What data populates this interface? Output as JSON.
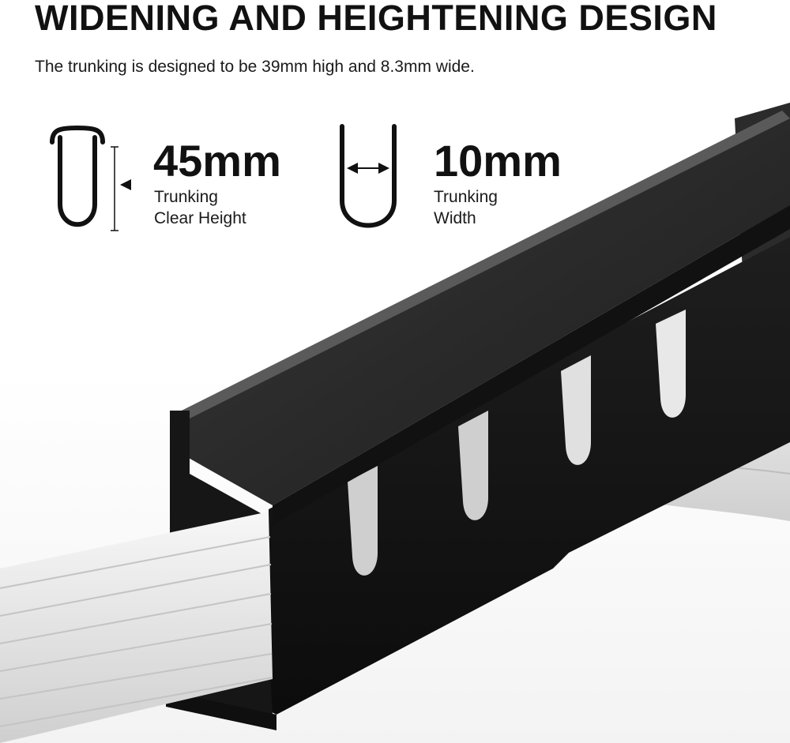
{
  "headline": "WIDENING AND HEIGHTENING DESIGN",
  "subline": "The trunking is designed to be 39mm high and 8.3mm wide.",
  "specs": [
    {
      "value": "45mm",
      "label_line1": "Trunking",
      "label_line2": "Clear Height",
      "icon": "trunking-height-icon"
    },
    {
      "value": "10mm",
      "label_line1": "Trunking",
      "label_line2": "Width",
      "icon": "trunking-width-icon"
    }
  ],
  "colors": {
    "text": "#111111",
    "trunking_body": "#1a1a1a",
    "trunking_highlight": "#4a4a4a",
    "cable": "#e4e4e4",
    "background": "#ffffff"
  }
}
